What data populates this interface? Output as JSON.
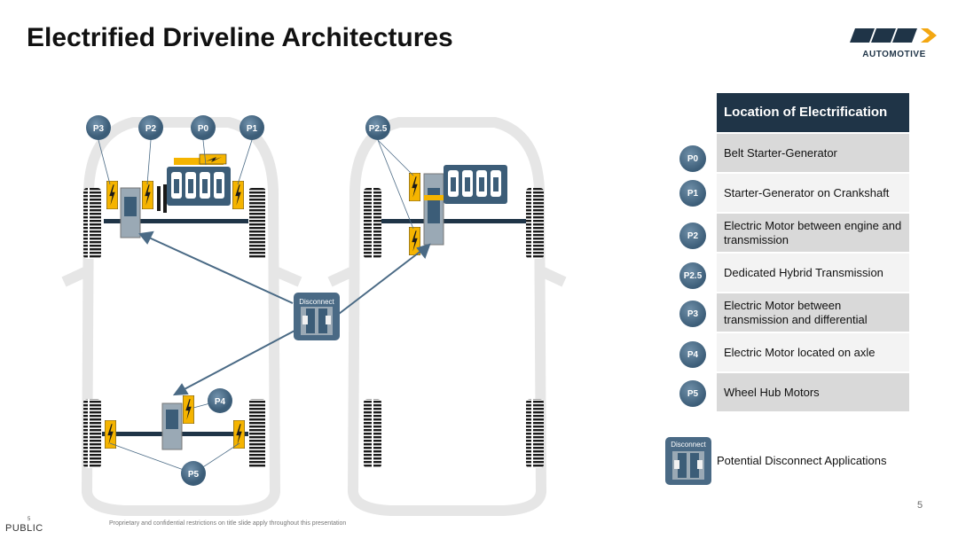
{
  "slide": {
    "title": "Electrified Driveline Architectures",
    "logo_text": "AUTOMOTIVE",
    "page_number": "5",
    "footer": "Proprietary and confidential restrictions on title slide apply throughout this presentation",
    "classification": "PUBLIC",
    "classification_number": "5"
  },
  "diagram": {
    "car1_badges": [
      "P3",
      "P2",
      "P0",
      "P1"
    ],
    "car2_badge": "P2.5",
    "rear_badges": [
      "P4",
      "P5"
    ],
    "disconnect_label": "Disconnect"
  },
  "legend": {
    "header": "Location of Electrification",
    "rows": [
      {
        "badge": "P0",
        "text": "Belt Starter-Generator"
      },
      {
        "badge": "P1",
        "text": "Starter-Generator on Crankshaft"
      },
      {
        "badge": "P2",
        "text": "Electric Motor between engine and transmission"
      },
      {
        "badge": "P2.5",
        "text": "Dedicated Hybrid Transmission"
      },
      {
        "badge": "P3",
        "text": "Electric Motor between transmission and differential"
      },
      {
        "badge": "P4",
        "text": "Electric Motor located on axle"
      },
      {
        "badge": "P5",
        "text": "Wheel Hub Motors"
      }
    ],
    "disconnect_label": "Disconnect",
    "disconnect_text": "Potential Disconnect  Applications"
  },
  "colors": {
    "navy": "#1f3447",
    "badge": "#4a6a85",
    "bolt_yellow": "#f5b400",
    "logo_yellow": "#f3a712"
  }
}
